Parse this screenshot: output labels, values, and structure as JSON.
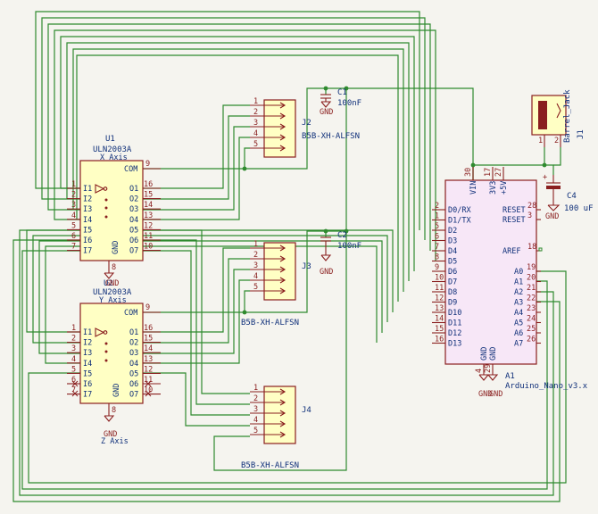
{
  "sheet": {
    "u1": {
      "ref": "U1",
      "value": "ULN2003A",
      "label": "X Axis",
      "in_pins": [
        {
          "num": "1",
          "name": "I1"
        },
        {
          "num": "2",
          "name": "I2"
        },
        {
          "num": "3",
          "name": "I3"
        },
        {
          "num": "4",
          "name": "I4"
        },
        {
          "num": "5",
          "name": "I5"
        },
        {
          "num": "6",
          "name": "I6"
        },
        {
          "num": "7",
          "name": "I7"
        }
      ],
      "out_pins": [
        {
          "num": "16",
          "name": "O1"
        },
        {
          "num": "15",
          "name": "O2"
        },
        {
          "num": "14",
          "name": "O3"
        },
        {
          "num": "13",
          "name": "O4"
        },
        {
          "num": "12",
          "name": "O5"
        },
        {
          "num": "11",
          "name": "O6"
        },
        {
          "num": "10",
          "name": "O7"
        }
      ],
      "com": {
        "num": "9",
        "name": "COM"
      },
      "gnd": {
        "num": "8",
        "name": "GND"
      }
    },
    "u2": {
      "ref": "U2",
      "value": "ULN2003A",
      "label": "Y Axis",
      "bottom_label": "Z Axis",
      "in_pins": [
        {
          "num": "1",
          "name": "I1"
        },
        {
          "num": "2",
          "name": "I2"
        },
        {
          "num": "3",
          "name": "I3"
        },
        {
          "num": "4",
          "name": "I4"
        },
        {
          "num": "5",
          "name": "I5"
        },
        {
          "num": "6",
          "name": "I6"
        },
        {
          "num": "7",
          "name": "I7"
        }
      ],
      "out_pins": [
        {
          "num": "16",
          "name": "O1"
        },
        {
          "num": "15",
          "name": "O2"
        },
        {
          "num": "14",
          "name": "O3"
        },
        {
          "num": "13",
          "name": "O4"
        },
        {
          "num": "12",
          "name": "O5"
        },
        {
          "num": "11",
          "name": "O6"
        },
        {
          "num": "10",
          "name": "O7"
        }
      ],
      "com": {
        "num": "9",
        "name": "COM"
      },
      "gnd": {
        "num": "8",
        "name": "GND"
      }
    },
    "connectors": [
      {
        "ref": "J2",
        "value": "B5B-XH-ALFSN",
        "pins": [
          "1",
          "2",
          "3",
          "4",
          "5"
        ]
      },
      {
        "ref": "J3",
        "value": "B5B-XH-ALFSN",
        "pins": [
          "1",
          "2",
          "3",
          "4",
          "5"
        ]
      },
      {
        "ref": "J4",
        "value": "B5B-XH-ALFSN",
        "pins": [
          "1",
          "2",
          "3",
          "4",
          "5"
        ]
      }
    ],
    "c1": {
      "ref": "C1",
      "value": "100nF"
    },
    "c2": {
      "ref": "C2",
      "value": "100nF"
    },
    "c4": {
      "ref": "C4",
      "value": "100 uF"
    },
    "j1": {
      "ref": "J1",
      "value": "Barrel_Jack",
      "pins": [
        "1",
        "2"
      ]
    },
    "a1": {
      "ref": "A1",
      "value": "Arduino_Nano_v3.x",
      "top_pins": [
        {
          "num": "30",
          "name": "VIN"
        },
        {
          "num": "17",
          "name": "3V3"
        },
        {
          "num": "27",
          "name": "+5V"
        }
      ],
      "left_pins": [
        {
          "num": "2",
          "name": "D0/RX"
        },
        {
          "num": "1",
          "name": "D1/TX"
        },
        {
          "num": "5",
          "name": "D2"
        },
        {
          "num": "6",
          "name": "D3"
        },
        {
          "num": "7",
          "name": "D4"
        },
        {
          "num": "8",
          "name": "D5"
        },
        {
          "num": "9",
          "name": "D6"
        },
        {
          "num": "10",
          "name": "D7"
        },
        {
          "num": "11",
          "name": "D8"
        },
        {
          "num": "12",
          "name": "D9"
        },
        {
          "num": "13",
          "name": "D10"
        },
        {
          "num": "14",
          "name": "D11"
        },
        {
          "num": "15",
          "name": "D12"
        },
        {
          "num": "16",
          "name": "D13"
        }
      ],
      "right_top": [
        {
          "num": "28",
          "name": "RESET"
        },
        {
          "num": "3",
          "name": "RESET"
        },
        {
          "num": "18",
          "name": "AREF"
        }
      ],
      "right_analog": [
        {
          "num": "19",
          "name": "A0"
        },
        {
          "num": "20",
          "name": "A1"
        },
        {
          "num": "21",
          "name": "A2"
        },
        {
          "num": "22",
          "name": "A3"
        },
        {
          "num": "23",
          "name": "A4"
        },
        {
          "num": "24",
          "name": "A5"
        },
        {
          "num": "25",
          "name": "A6"
        },
        {
          "num": "26",
          "name": "A7"
        }
      ],
      "bottom_pins": [
        {
          "num": "4",
          "name": "GND"
        },
        {
          "num": "29",
          "name": "GND"
        }
      ]
    },
    "gnd_label": "GND"
  }
}
